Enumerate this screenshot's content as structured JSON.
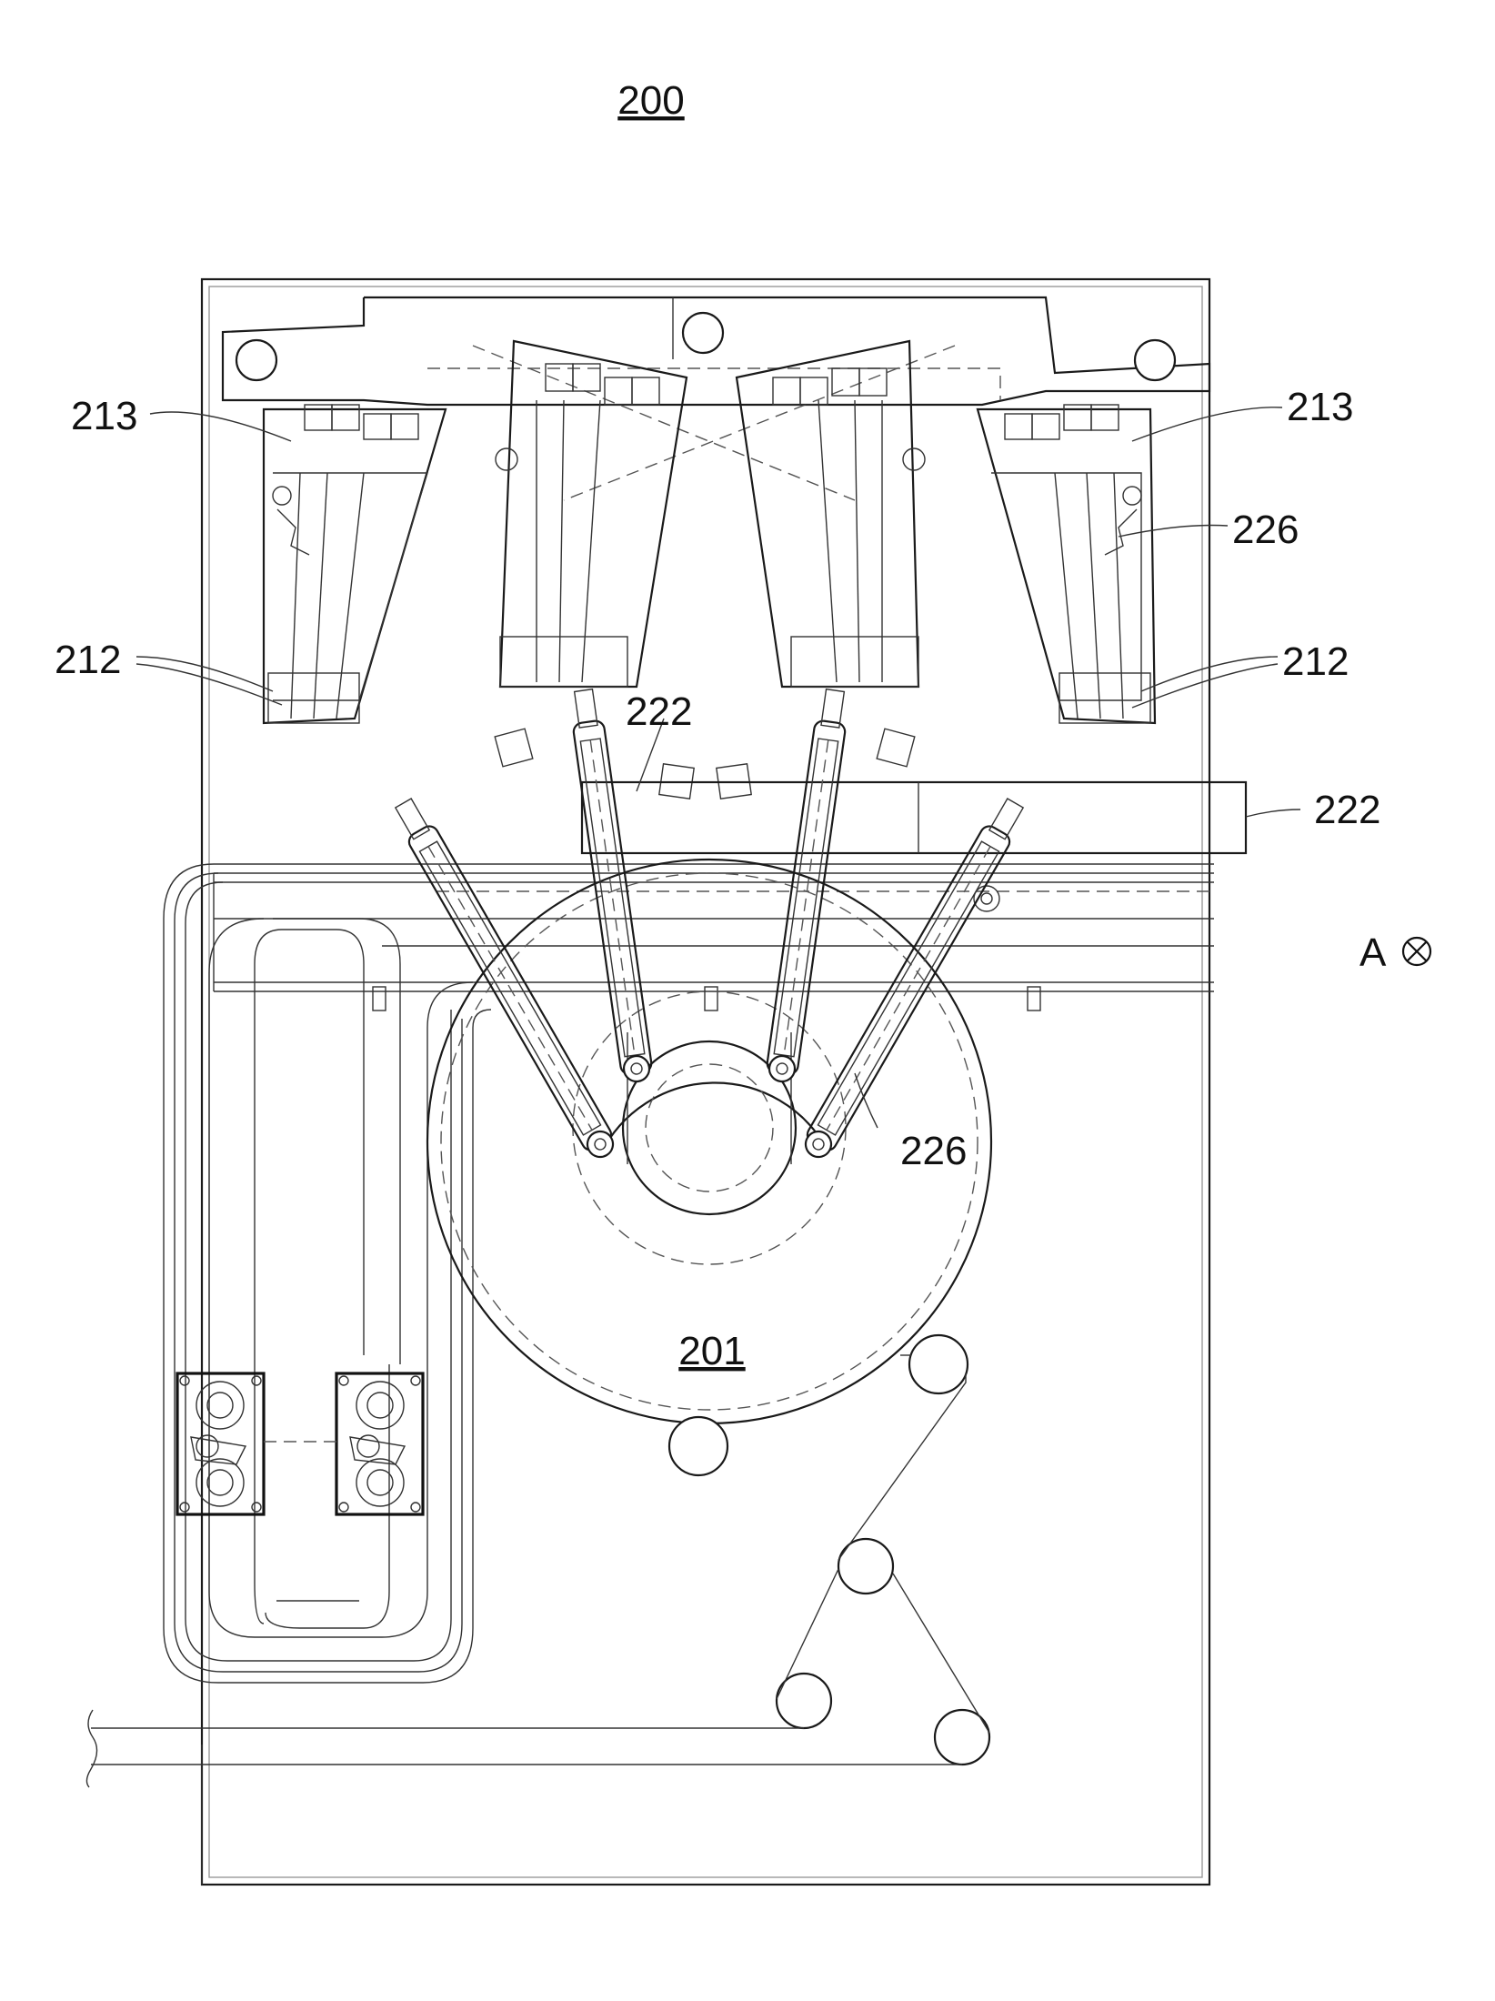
{
  "figure": {
    "number": "200",
    "drum_label": "201",
    "labels": {
      "l213_left": "213",
      "l213_right": "213",
      "l226_upper": "226",
      "l226_lower": "226",
      "l212_left": "212",
      "l212_right": "212",
      "l222_upper": "222",
      "l222_right": "222",
      "view_a": "A"
    },
    "view_symbol_icon": "circled-cross-icon",
    "line_color": "#1a1a1a"
  }
}
